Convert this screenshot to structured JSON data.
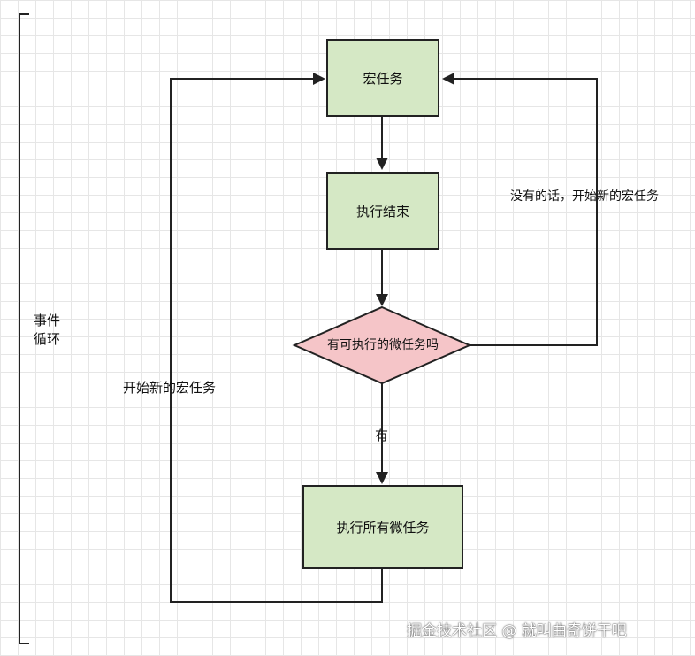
{
  "nodes": {
    "macro_task": "宏任务",
    "exec_end": "执行结束",
    "decision": "有可执行的微任务吗",
    "exec_all_micro": "执行所有微任务"
  },
  "labels": {
    "no_branch": "没有的话，开始新的宏任务",
    "yes_branch": "有",
    "loop_back": "开始新的宏任务",
    "event_loop_line1": "事件",
    "event_loop_line2": "循环"
  },
  "watermark": "掘金技术社区 @ 就叫曲奇饼干吧",
  "colors": {
    "process_fill": "#d5e8c5",
    "decision_fill": "#f5c5c8",
    "stroke": "#222222",
    "grid": "#e6e6e6"
  }
}
